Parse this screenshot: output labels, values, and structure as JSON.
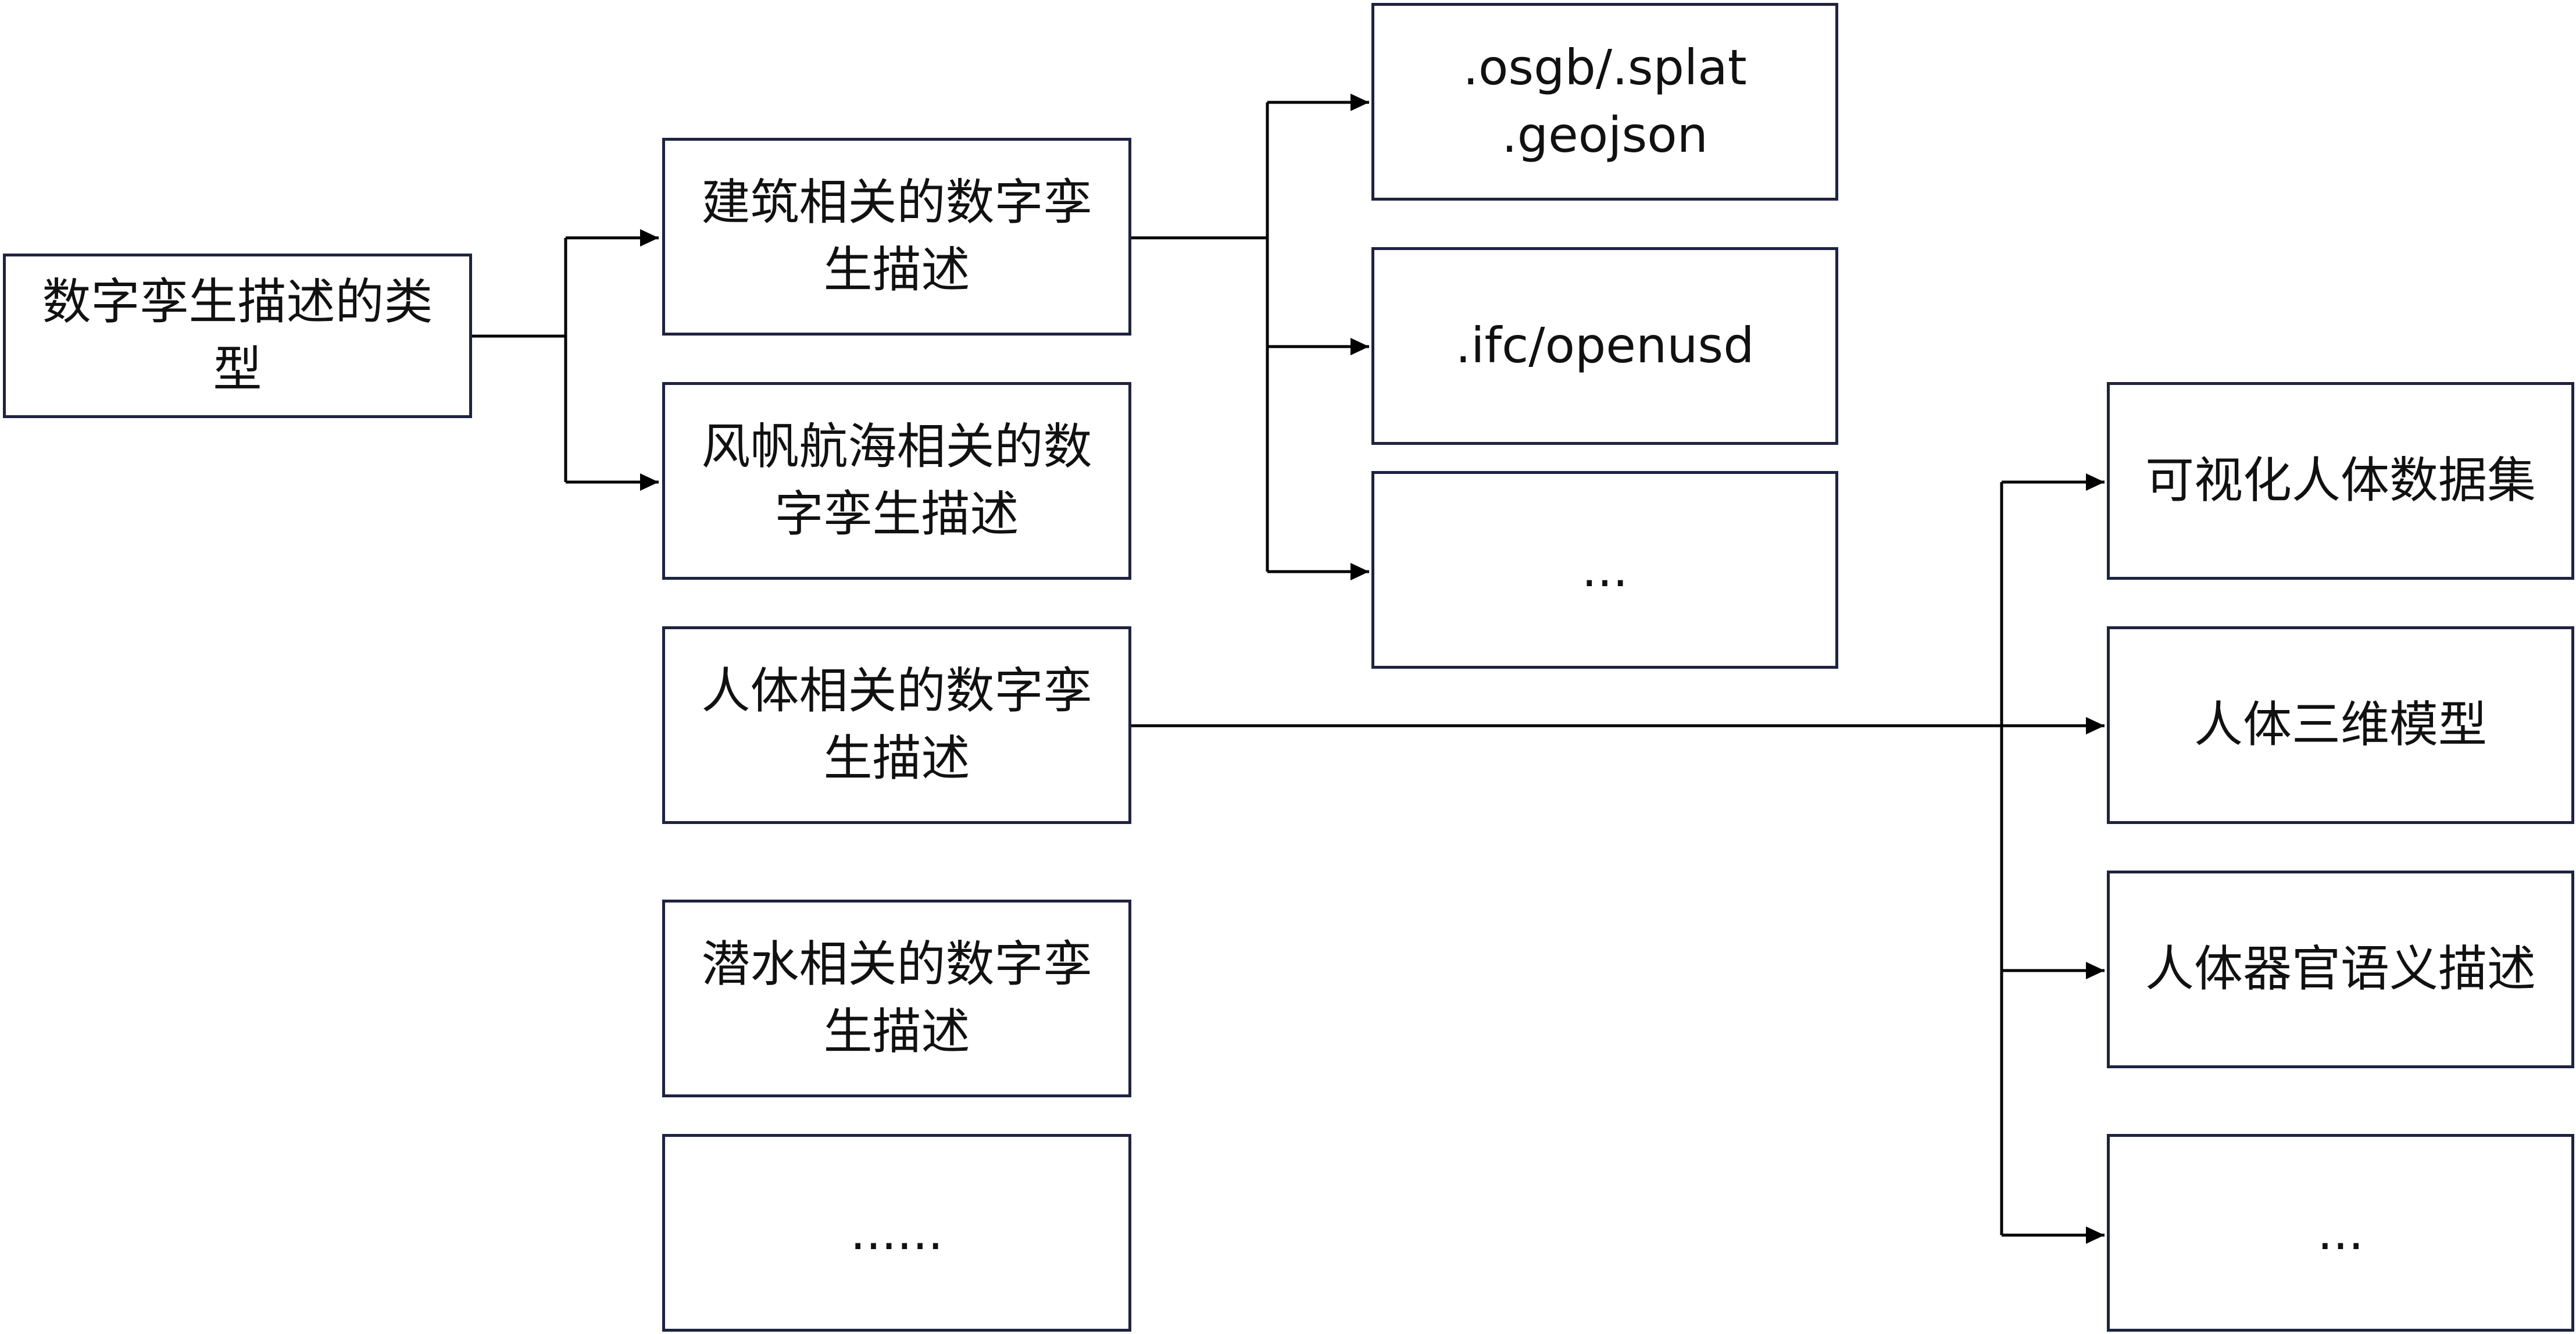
{
  "root": {
    "label": "数字孪生描述的类型"
  },
  "categories": [
    {
      "label": "建筑相关的数字孪生描述"
    },
    {
      "label": "风帆航海相关的数字孪生描述"
    },
    {
      "label": "人体相关的数字孪生描述"
    },
    {
      "label": "潜水相关的数字孪生描述"
    },
    {
      "label": "......"
    }
  ],
  "building_formats": [
    {
      "line1": ".osgb/.splat",
      "line2": ".geojson"
    },
    {
      "line1": ".ifc/openusd",
      "line2": ""
    },
    {
      "line1": "...",
      "line2": ""
    }
  ],
  "human_items": [
    {
      "label": "可视化人体数据集"
    },
    {
      "label": "人体三维模型"
    },
    {
      "label": "人体器官语义描述"
    },
    {
      "label": "..."
    }
  ],
  "colors": {
    "border": "#1e2340",
    "line": "#000000",
    "text": "#111111"
  }
}
